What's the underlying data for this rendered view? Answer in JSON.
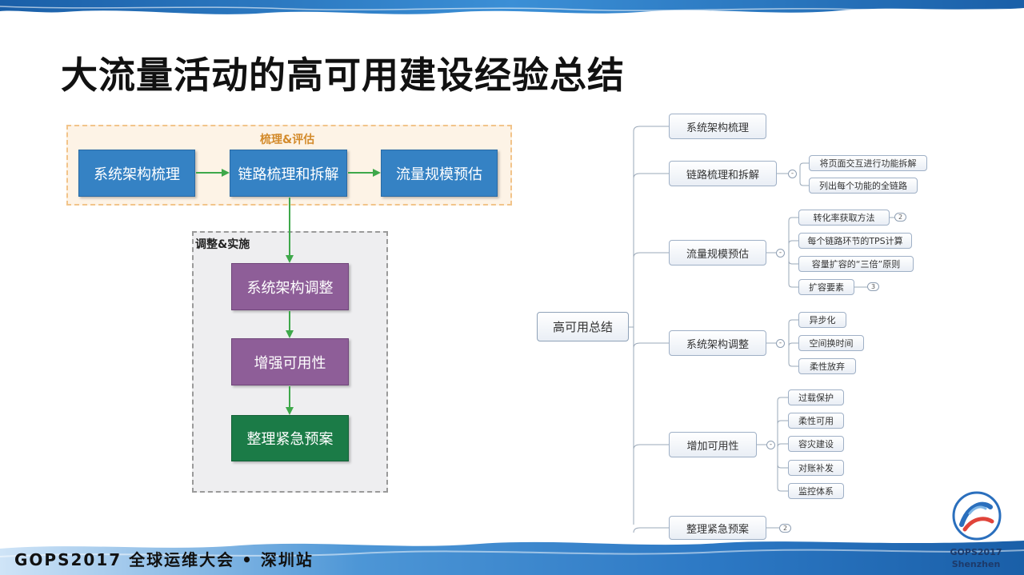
{
  "slide_title": "大流量活动的高可用建设经验总结",
  "flow": {
    "review_group": {
      "label": "梳理&评估",
      "steps": [
        "系统架构梳理",
        "链路梳理和拆解",
        "流量规模预估"
      ]
    },
    "impl_group": {
      "label": "调整&实施",
      "steps": [
        "系统架构调整",
        "增强可用性",
        "整理紧急预案"
      ]
    }
  },
  "mindmap": {
    "root": "高可用总结",
    "branches": [
      {
        "label": "系统架构梳理",
        "children": []
      },
      {
        "label": "链路梳理和拆解",
        "collapse": "-",
        "children": [
          {
            "label": "将页面交互进行功能拆解"
          },
          {
            "label": "列出每个功能的全链路"
          }
        ]
      },
      {
        "label": "流量规模预估",
        "collapse": "-",
        "children": [
          {
            "label": "转化率获取方法",
            "badge": "2"
          },
          {
            "label": "每个链路环节的TPS计算"
          },
          {
            "label": "容量扩容的“三倍”原则"
          },
          {
            "label": "扩容要素",
            "badge": "3"
          }
        ]
      },
      {
        "label": "系统架构调整",
        "collapse": "-",
        "children": [
          {
            "label": "异步化"
          },
          {
            "label": "空间换时间"
          },
          {
            "label": "柔性放弃"
          }
        ]
      },
      {
        "label": "增加可用性",
        "collapse": "-",
        "children": [
          {
            "label": "过载保护"
          },
          {
            "label": "柔性可用"
          },
          {
            "label": "容灾建设"
          },
          {
            "label": "对账补发"
          },
          {
            "label": "监控体系"
          }
        ]
      },
      {
        "label": "整理紧急预案",
        "badge": "2",
        "children": []
      }
    ]
  },
  "footer": {
    "event": "GOPS2017 全球运维大会 • 深圳站",
    "logo_line1": "GOPS2017",
    "logo_line2": "Shenzhen"
  },
  "colors": {
    "flow_blue": "#3582c4",
    "flow_purple": "#8e5e98",
    "flow_green": "#1b7b47",
    "arrow_green": "#3ea84a",
    "review_label": "#d38a2a",
    "mindmap_line": "#9aa8b8"
  }
}
